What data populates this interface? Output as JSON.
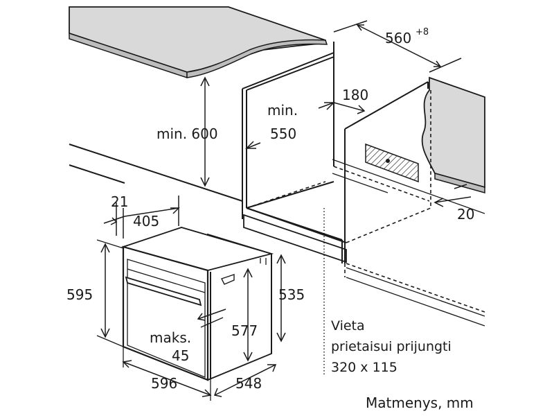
{
  "labels": {
    "min_height_cabinet": "min. 600",
    "min_width_niche": "min.",
    "min_width_niche_value": "550",
    "depth_niche": "560",
    "depth_niche_tolerance": "+8",
    "back_gap": "180",
    "front_offset": "20",
    "panel_thickness": "21",
    "oven_depth_top": "405",
    "oven_height": "595",
    "oven_body_height": "535",
    "inner_height": "577",
    "max_label": "maks.",
    "max_value": "45",
    "oven_width": "596",
    "oven_depth": "548",
    "connection_line1": "Vieta",
    "connection_line2": "prietaisui prijungti",
    "connection_line3": "320 x 115",
    "units_note": "Matmenys, mm"
  }
}
